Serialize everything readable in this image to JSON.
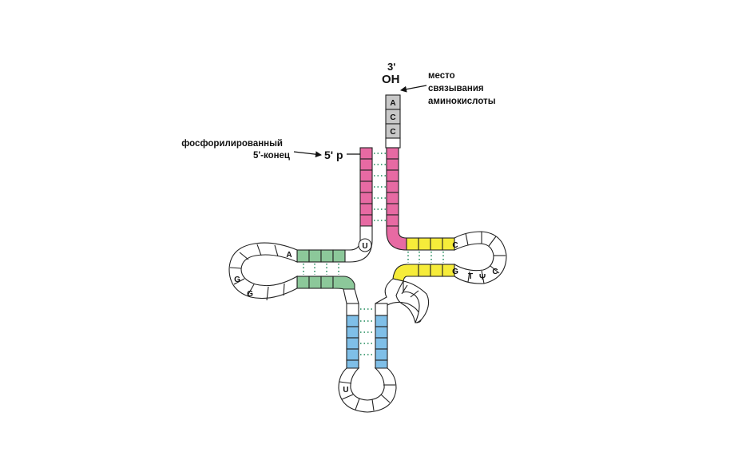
{
  "colors": {
    "acceptor_stem": "#e76aa3",
    "d_stem": "#8cc89a",
    "anticodon_stem": "#7fbfe8",
    "t_stem": "#f6ec3a",
    "terminal": "#c8c8c8",
    "loop": "#ffffff",
    "pairing_dots": "#1f8a5a"
  },
  "labels": {
    "three_prime": "3ʹ",
    "oh": "OH",
    "binding_site": [
      "место",
      "связывания",
      "аминокислоты"
    ],
    "phospho": [
      "фосфорилированный",
      "5ʹ-конец"
    ],
    "five_prime_p": "5ʹ p"
  },
  "bases": {
    "acc": [
      "A",
      "C",
      "C"
    ],
    "u_top": "U",
    "a_d": "A",
    "g1": "G",
    "g2": "G",
    "c_t": "C",
    "g_t": "G",
    "t": "T",
    "psi": "Ψ",
    "c_loop": "C",
    "u_anticodon": "U"
  }
}
